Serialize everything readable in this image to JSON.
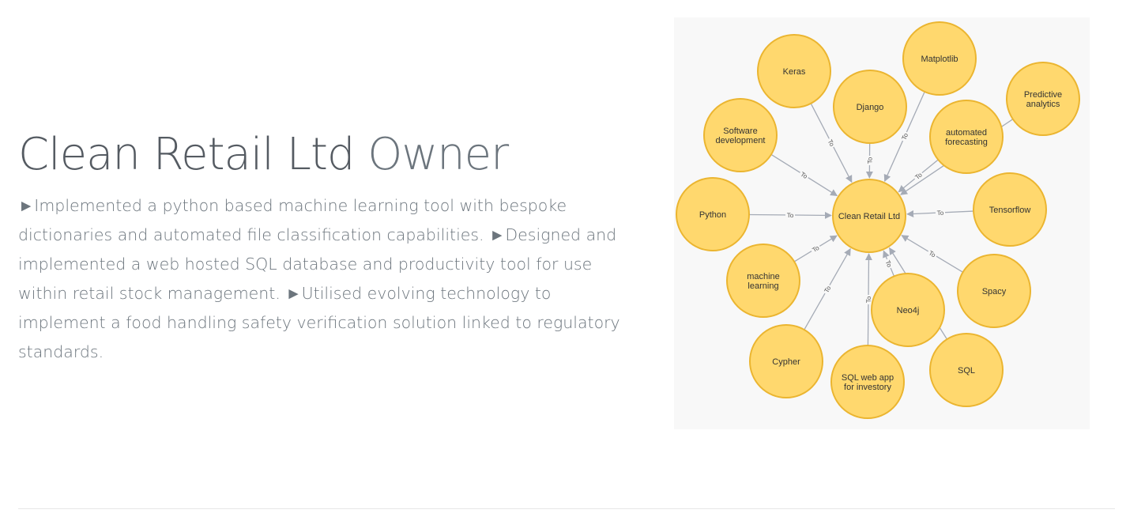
{
  "heading": {
    "title_main": "Clean Retail Ltd",
    "title_accent": "Owner"
  },
  "description": "►Implemented a python based machine learning tool with bespoke dictionaries and automated file classification capabilities. ►Designed and implemented a web hosted SQL database and productivity tool for use within retail stock management. ►Utilised evolving technology to implement a food handling safety verification solution linked to regulatory standards.",
  "graph": {
    "center": "Clean Retail Ltd",
    "relationship_label": "To",
    "nodes": [
      [
        "Keras"
      ],
      [
        "Matplotlib"
      ],
      [
        "Django"
      ],
      [
        "Predictive",
        "analytics"
      ],
      [
        "automated",
        "forecasting"
      ],
      [
        "Software",
        "development"
      ],
      [
        "Python"
      ],
      [
        "Tensorflow"
      ],
      [
        "machine",
        "learning"
      ],
      [
        "Spacy"
      ],
      [
        "Neo4j"
      ],
      [
        "Cypher"
      ],
      [
        "SQL"
      ],
      [
        "SQL web app",
        "for investory"
      ]
    ],
    "colors": {
      "node_fill": "#ffd86e",
      "node_stroke": "#ebb530",
      "edge": "#a5abb6",
      "background": "#f8f8f8"
    }
  }
}
